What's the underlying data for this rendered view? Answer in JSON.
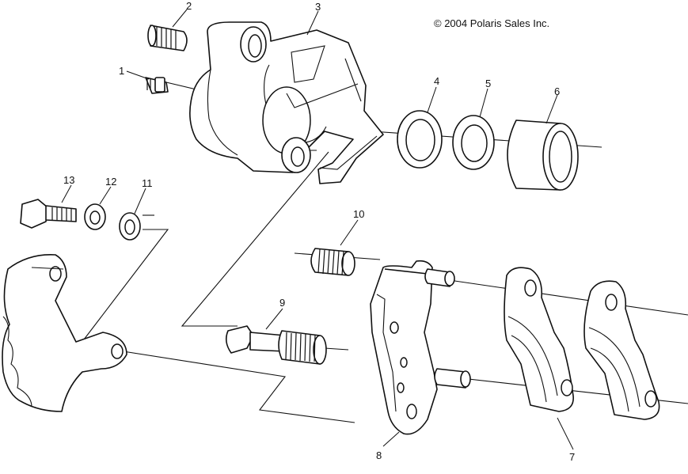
{
  "copyright": "© 2004 Polaris Sales Inc.",
  "callouts": [
    "1",
    "2",
    "3",
    "4",
    "5",
    "6",
    "7",
    "8",
    "9",
    "10",
    "11",
    "12",
    "13"
  ]
}
